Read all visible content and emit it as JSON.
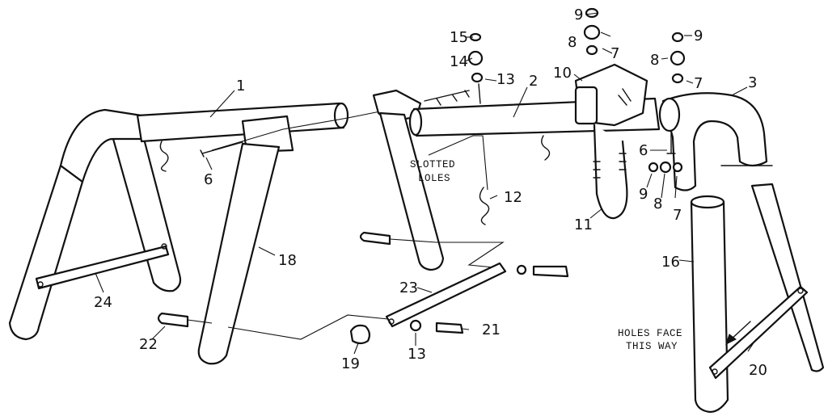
{
  "callouts": {
    "c1": "1",
    "c2": "2",
    "c3": "3",
    "c6a": "6",
    "c6b": "6",
    "c7a": "7",
    "c7b": "7",
    "c7c": "7",
    "c8a": "8",
    "c8b": "8",
    "c8c": "8",
    "c9a": "9",
    "c9b": "9",
    "c9c": "9",
    "c10": "10",
    "c11": "11",
    "c12": "12",
    "c13a": "13",
    "c13b": "13",
    "c14": "14",
    "c15": "15",
    "c16": "16",
    "c18": "18",
    "c19": "19",
    "c20": "20",
    "c21": "21",
    "c22": "22",
    "c23": "23",
    "c24": "24"
  },
  "notes": {
    "slotted_line1": "SLOTTED",
    "slotted_line2": "LOLES",
    "holes_line1": "HOLES FACE",
    "holes_line2": "THIS WAY"
  }
}
